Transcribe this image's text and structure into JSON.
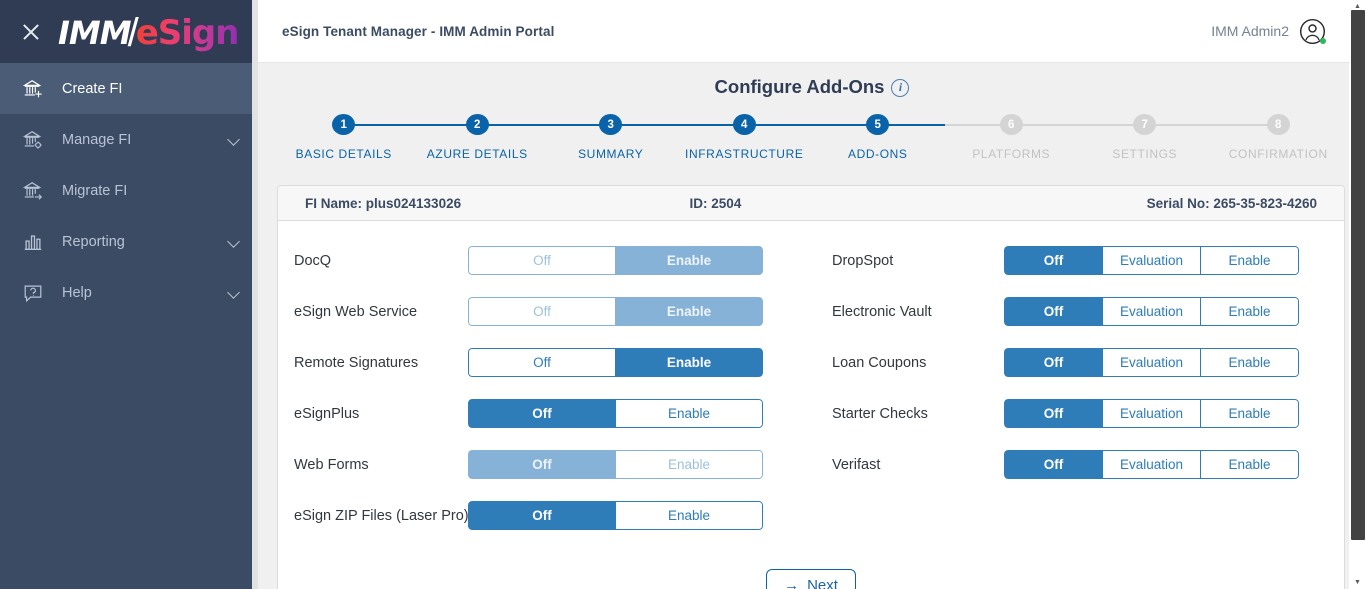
{
  "sidebar": {
    "brand": {
      "part1": "IMM",
      "slash": "/",
      "part2": "eSign",
      "close_icon": "close-icon"
    },
    "items": [
      {
        "label": "Create FI",
        "icon": "bank-add-icon",
        "active": true,
        "chevron": false
      },
      {
        "label": "Manage FI",
        "icon": "bank-settings-icon",
        "active": false,
        "chevron": true
      },
      {
        "label": "Migrate FI",
        "icon": "bank-arrow-icon",
        "active": false,
        "chevron": false
      },
      {
        "label": "Reporting",
        "icon": "bar-chart-icon",
        "active": false,
        "chevron": true
      },
      {
        "label": "Help",
        "icon": "help-bubble-icon",
        "active": false,
        "chevron": true
      }
    ]
  },
  "topbar": {
    "title": "eSign Tenant Manager - IMM Admin Portal",
    "user_name": "IMM Admin2",
    "avatar_icon": "user-avatar-icon",
    "status_color": "#2eb85c"
  },
  "page": {
    "title": "Configure Add-Ons",
    "info_icon": "info-icon",
    "info_glyph": "i"
  },
  "stepper": {
    "steps": [
      {
        "num": "1",
        "label": "BASIC DETAILS",
        "state": "done"
      },
      {
        "num": "2",
        "label": "AZURE DETAILS",
        "state": "done"
      },
      {
        "num": "3",
        "label": "SUMMARY",
        "state": "done"
      },
      {
        "num": "4",
        "label": "INFRASTRUCTURE",
        "state": "done"
      },
      {
        "num": "5",
        "label": "ADD-ONS",
        "state": "done"
      },
      {
        "num": "6",
        "label": "PLATFORMS",
        "state": "todo"
      },
      {
        "num": "7",
        "label": "SETTINGS",
        "state": "todo"
      },
      {
        "num": "8",
        "label": "CONFIRMATION",
        "state": "todo"
      }
    ],
    "active_color": "#0a63a8",
    "inactive_color": "#d4d4d4"
  },
  "fi_bar": {
    "fi_name": "FI Name: plus024133026",
    "fi_id": "ID: 2504",
    "serial_no": "Serial No: 265-35-823-4260"
  },
  "addons": {
    "left": [
      {
        "label": "DocQ",
        "options": [
          "Off",
          "Enable"
        ],
        "selected": "Enable",
        "disabled": true
      },
      {
        "label": "eSign Web Service",
        "options": [
          "Off",
          "Enable"
        ],
        "selected": "Enable",
        "disabled": true
      },
      {
        "label": "Remote Signatures",
        "options": [
          "Off",
          "Enable"
        ],
        "selected": "Enable",
        "disabled": false
      },
      {
        "label": "eSignPlus",
        "options": [
          "Off",
          "Enable"
        ],
        "selected": "Off",
        "disabled": false
      },
      {
        "label": "Web Forms",
        "options": [
          "Off",
          "Enable"
        ],
        "selected": "Off",
        "disabled": true
      },
      {
        "label": "eSign ZIP Files (Laser Pro)",
        "options": [
          "Off",
          "Enable"
        ],
        "selected": "Off",
        "disabled": false
      }
    ],
    "right": [
      {
        "label": "DropSpot",
        "options": [
          "Off",
          "Evaluation",
          "Enable"
        ],
        "selected": "Off",
        "disabled": false
      },
      {
        "label": "Electronic Vault",
        "options": [
          "Off",
          "Evaluation",
          "Enable"
        ],
        "selected": "Off",
        "disabled": false
      },
      {
        "label": "Loan Coupons",
        "options": [
          "Off",
          "Evaluation",
          "Enable"
        ],
        "selected": "Off",
        "disabled": false
      },
      {
        "label": "Starter Checks",
        "options": [
          "Off",
          "Evaluation",
          "Enable"
        ],
        "selected": "Off",
        "disabled": false
      },
      {
        "label": "Verifast",
        "options": [
          "Off",
          "Evaluation",
          "Enable"
        ],
        "selected": "Off",
        "disabled": false
      }
    ]
  },
  "footer": {
    "next_label": "Next",
    "next_arrow": "→"
  },
  "colors": {
    "sidebar_bg": "#3c4b64",
    "sidebar_brand_bg": "#303c54",
    "sidebar_active_bg": "#4b5c77",
    "accent_blue": "#2e7cb8",
    "accent_blue_disabled": "#85b2d6",
    "step_blue": "#0a63a8",
    "content_bg": "#f0f0f0"
  }
}
